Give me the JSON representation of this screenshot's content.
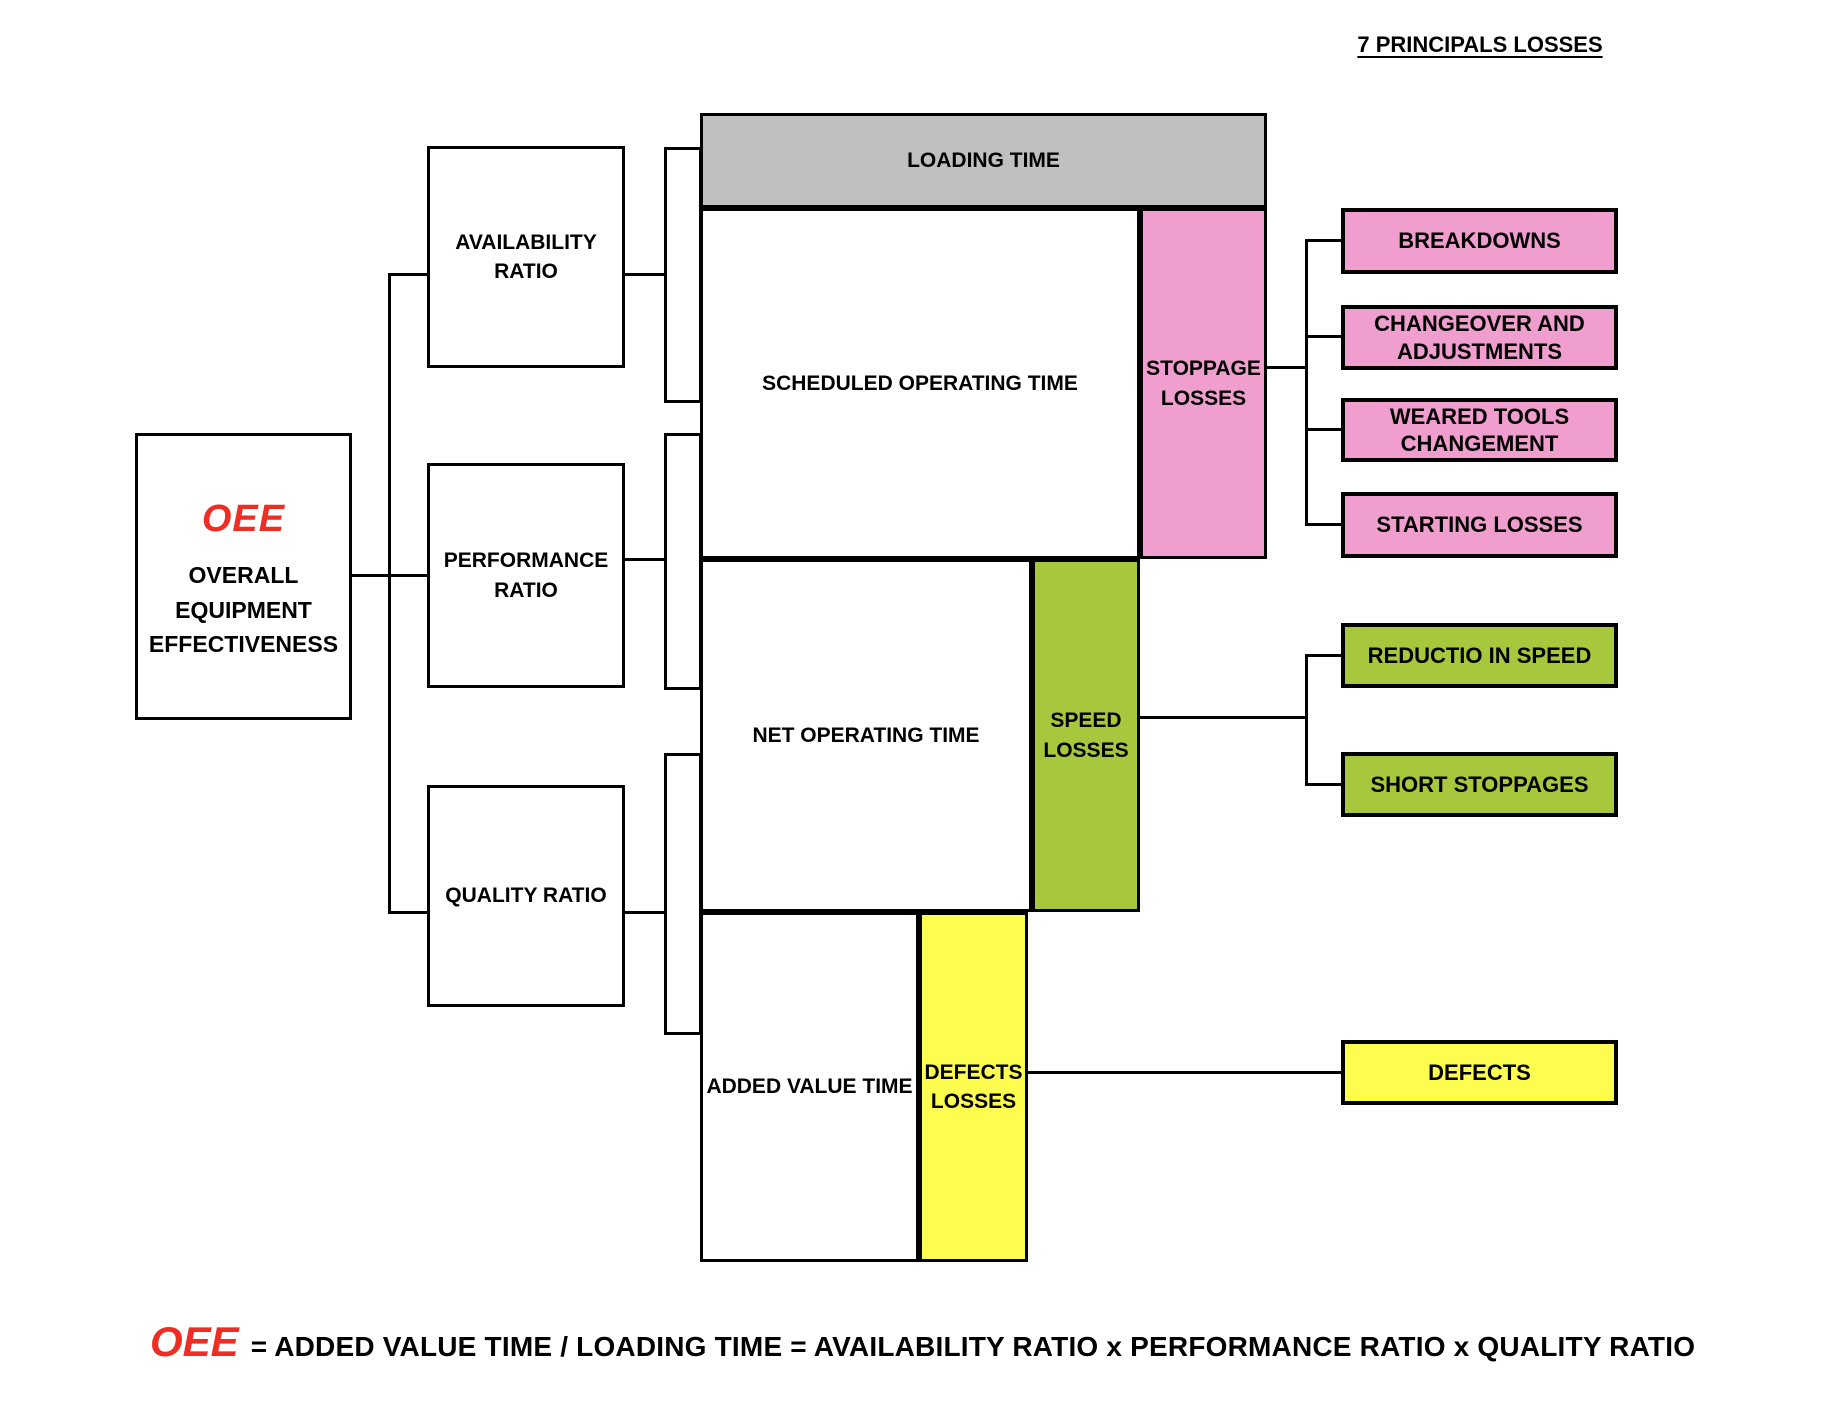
{
  "title": "7 PRINCIPALS LOSSES",
  "oee": {
    "acronym": "OEE",
    "name_lines": [
      "OVERALL",
      "EQUIPMENT",
      "EFFECTIVENESS"
    ]
  },
  "ratios": [
    {
      "label": "AVAILABILITY RATIO"
    },
    {
      "label": "PERFORMANCE RATIO"
    },
    {
      "label": "QUALITY RATIO"
    }
  ],
  "time_bar": {
    "loading": "LOADING TIME",
    "scheduled": "SCHEDULED OPERATING TIME",
    "net": "NET OPERATING TIME",
    "added": "ADDED VALUE TIME"
  },
  "loss_columns": {
    "stoppage": "STOPPAGE LOSSES",
    "speed": "SPEED LOSSES",
    "defects": "DEFECTS LOSSES"
  },
  "loss_boxes": {
    "stoppage": [
      "BREAKDOWNS",
      "CHANGEOVER AND ADJUSTMENTS",
      "WEARED TOOLS CHANGEMENT",
      "STARTING LOSSES"
    ],
    "speed": [
      "REDUCTIO IN SPEED",
      "SHORT STOPPAGES"
    ],
    "defects": [
      "DEFECTS"
    ]
  },
  "formula": {
    "oee": "OEE",
    "rest": "= ADDED VALUE TIME / LOADING TIME = AVAILABILITY RATIO x PERFORMANCE RATIO x QUALITY RATIO"
  },
  "colors": {
    "loading_gray": "#c0c0c0",
    "stoppage_pink": "#ef9ecd",
    "speed_green": "#a7c83d",
    "defects_yellow": "#fdfd50",
    "oee_red": "#ee2d24",
    "line_black": "#000000",
    "background": "#ffffff"
  }
}
